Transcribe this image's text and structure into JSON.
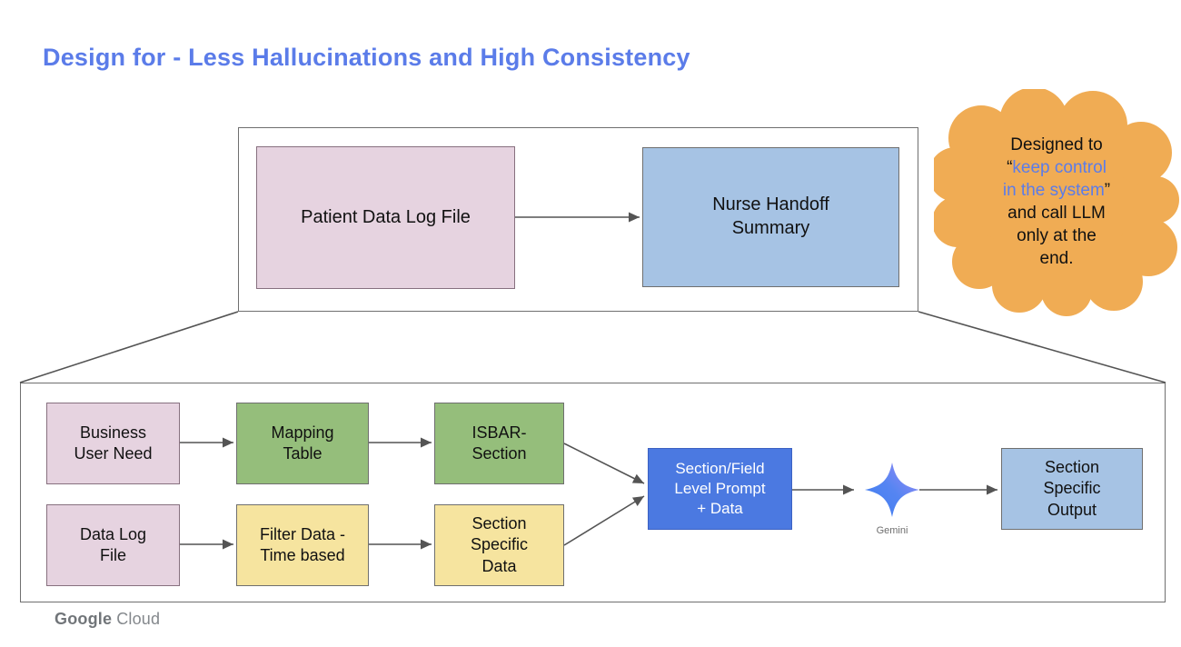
{
  "slide": {
    "title": "Design for - Less Hallucinations and High Consistency"
  },
  "overview_flow": {
    "source_label": "Patient Data Log File",
    "target_label": "Nurse Handoff\nSummary"
  },
  "callout": {
    "text_before": "Designed to\n",
    "quote_open": "“",
    "highlight": "keep control\nin the system",
    "quote_close": "”",
    "text_after": "\nand call LLM\nonly at the\nend."
  },
  "detail_flow": {
    "business_user_need": "Business\nUser Need",
    "mapping_table": "Mapping\nTable",
    "isbar_section": "ISBAR-\nSection",
    "data_log_file": "Data Log\nFile",
    "filter_data": "Filter Data -\nTime based",
    "section_specific_data": "Section\nSpecific\nData",
    "prompt_plus_data": "Section/Field\nLevel Prompt\n+ Data",
    "gemini_label": "Gemini",
    "section_specific_output": "Section\nSpecific\nOutput"
  },
  "footer": {
    "brand": "Google",
    "brand_suffix": "Cloud"
  },
  "colors": {
    "title_blue": "#5B7CE9",
    "pink": "#E6D3E0",
    "green": "#95BE7B",
    "yellow": "#F6E49F",
    "light_blue": "#A6C3E4",
    "accent_blue": "#4B79E1",
    "cloud_orange": "#F0AC54",
    "highlight_blue": "#5B7CE9",
    "arrow_gray": "#545454"
  }
}
